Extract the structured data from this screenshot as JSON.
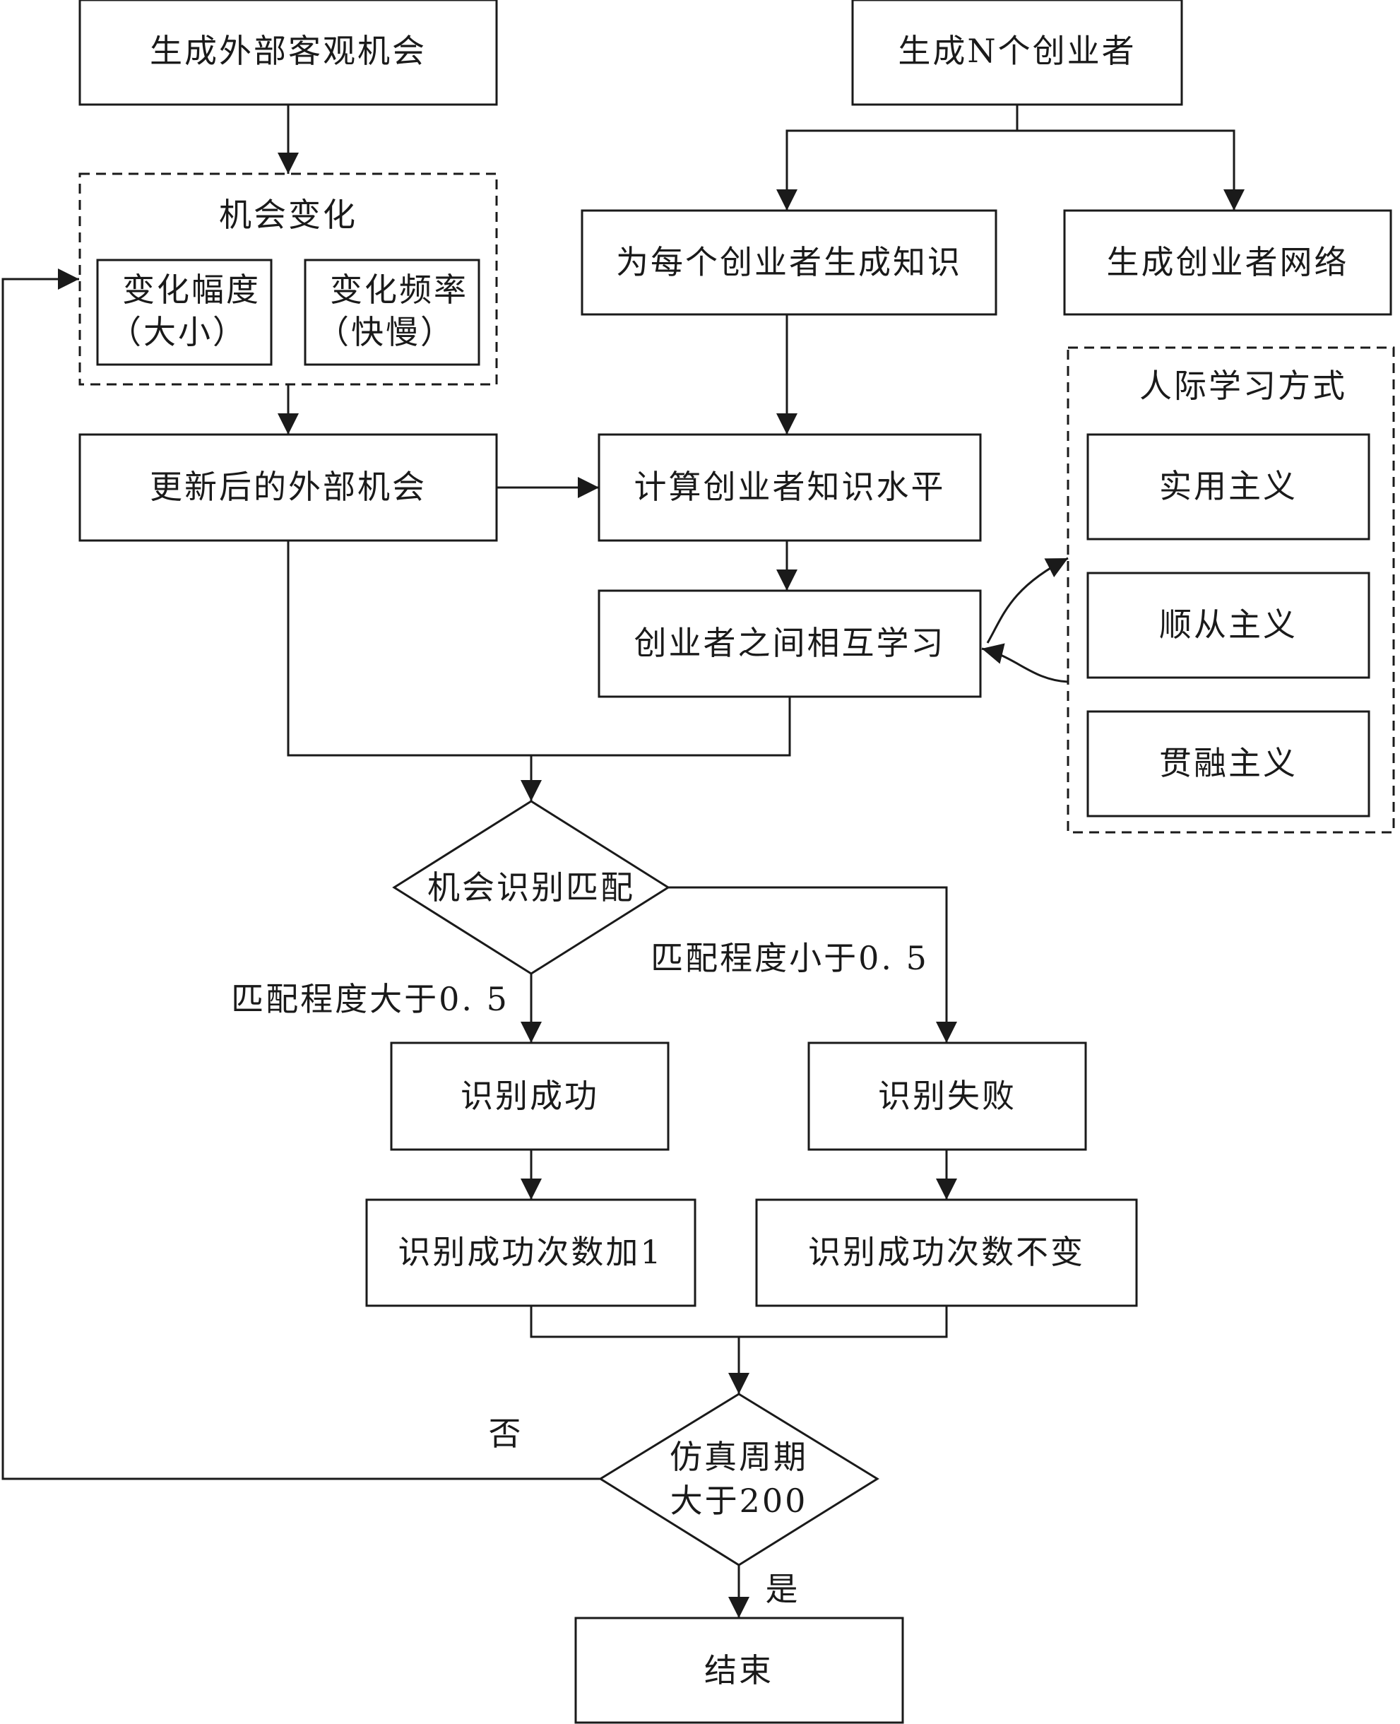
{
  "nodes": {
    "gen_opportunity": "生成外部客观机会",
    "gen_entrepreneurs": "生成N个创业者",
    "opportunity_change_title": "机会变化",
    "change_magnitude_1": "变化幅度",
    "change_magnitude_2": "（大小）",
    "change_frequency_1": "变化频率",
    "change_frequency_2": "（快慢）",
    "gen_knowledge": "为每个创业者生成知识",
    "gen_network": "生成创业者网络",
    "learning_title": "人际学习方式",
    "pragmatism": "实用主义",
    "conformism": "顺从主义",
    "integration": "贯融主义",
    "updated_opportunity": "更新后的外部机会",
    "calc_knowledge": "计算创业者知识水平",
    "mutual_learning": "创业者之间相互学习",
    "match_decision": "机会识别匹配",
    "success": "识别成功",
    "failure": "识别失败",
    "success_plus": "识别成功次数加1",
    "success_same": "识别成功次数不变",
    "cycle_decision_1": "仿真周期",
    "cycle_decision_2": "大于200",
    "end": "结束"
  },
  "edge_labels": {
    "greater": "匹配程度大于0. 5",
    "less": "匹配程度小于0. 5",
    "no": "否",
    "yes": "是"
  }
}
